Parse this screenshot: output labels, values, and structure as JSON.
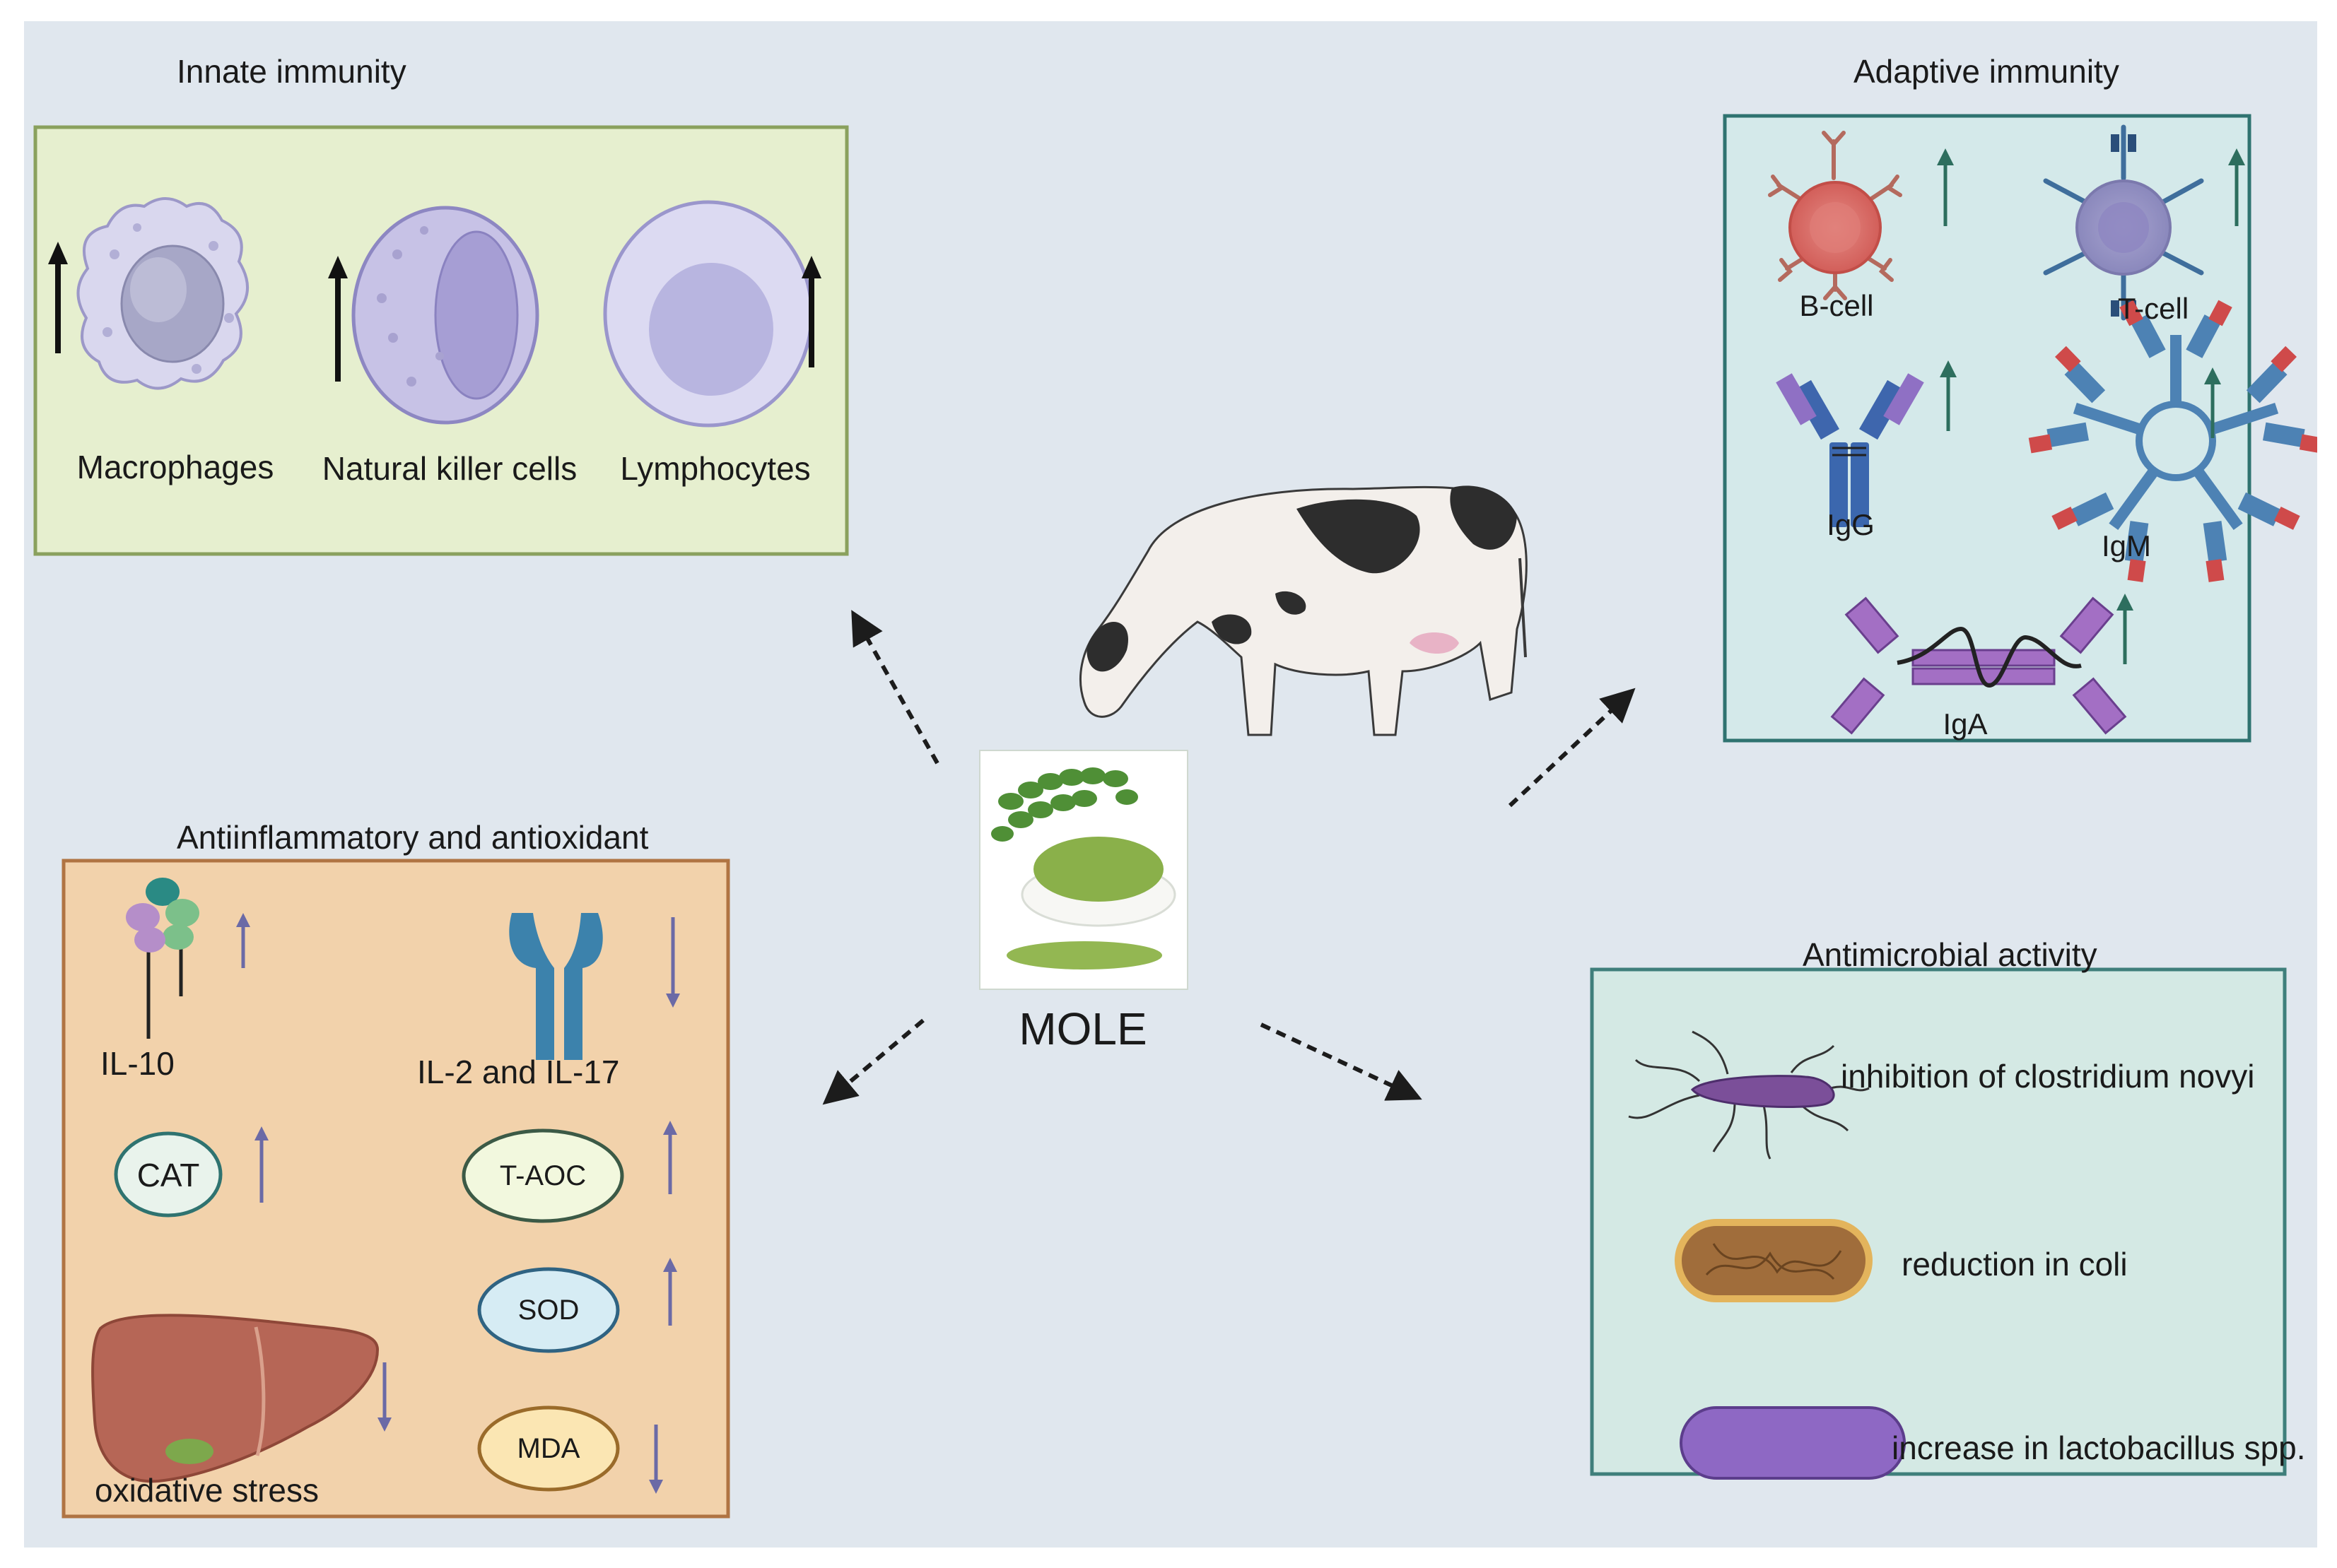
{
  "center": {
    "label": "MOLE"
  },
  "innate": {
    "title": "Innate immunity",
    "cells": [
      "Macrophages",
      "Natural killer cells",
      "Lymphocytes"
    ]
  },
  "adaptive": {
    "title": "Adaptive immunity",
    "cells": [
      "B-cell",
      "T-cell"
    ],
    "antibodies": [
      "IgG",
      "IgM",
      "IgA"
    ]
  },
  "anti": {
    "title": "Antiinflammatory and antioxidant",
    "il10": "IL-10",
    "il2_17": "IL-2 and IL-17",
    "cat": "CAT",
    "taoc": "T-AOC",
    "sod": "SOD",
    "mda": "MDA",
    "oxidative": "oxidative stress"
  },
  "microbial": {
    "title": "Antimicrobial activity",
    "items": [
      "inhibition of clostridium novyi",
      "reduction in coli",
      "increase in lactobacillus spp."
    ]
  },
  "colors": {
    "background": "#e0e7ee",
    "innate_box": "#e6efcf",
    "adaptive_box": "#d4e9ea",
    "anti_box": "#f2d2ab",
    "microbe_box": "#d4e9e4",
    "arrow_dark": "#1f2a24",
    "arrow_teal": "#2d6e5e",
    "arrow_purple": "#6b6aa6"
  }
}
